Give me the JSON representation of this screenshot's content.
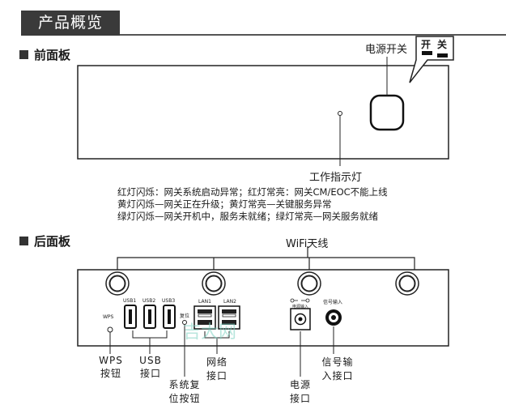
{
  "header": {
    "title": "产品概览"
  },
  "front": {
    "section": "前面板",
    "power_switch": "电源开关",
    "callout_on": "开",
    "callout_off": "关",
    "indicator": "工作指示灯",
    "status_lines": [
      "红灯闪烁：网关系统启动异常；红灯常亮：网关CM/EOC不能上线",
      "黄灯闪烁—网关正在升级；黄灯常亮—关键服务异常",
      "绿灯闪烁—网关开机中，服务未就绪；绿灯常亮—网关服务就绪"
    ]
  },
  "rear": {
    "section": "后面板",
    "wifi_antenna": "WiFi天线",
    "port_labels": {
      "wps": "WPS",
      "usb1": "USB1",
      "usb2": "USB2",
      "usb3": "USB3",
      "reset": "复位",
      "lan1": "LAN1",
      "lan2": "LAN2",
      "power_in": "电源输入",
      "signal_in": "信号输入"
    },
    "callouts": {
      "wps": [
        "WPS",
        "按钮"
      ],
      "usb": [
        "USB",
        "接口"
      ],
      "reset": [
        "系统复",
        "位按钮"
      ],
      "lan": [
        "网络",
        "接口"
      ],
      "power": [
        "电源",
        "接口"
      ],
      "signal": [
        "信号输",
        "入接口"
      ]
    }
  },
  "watermark": "吉大网"
}
